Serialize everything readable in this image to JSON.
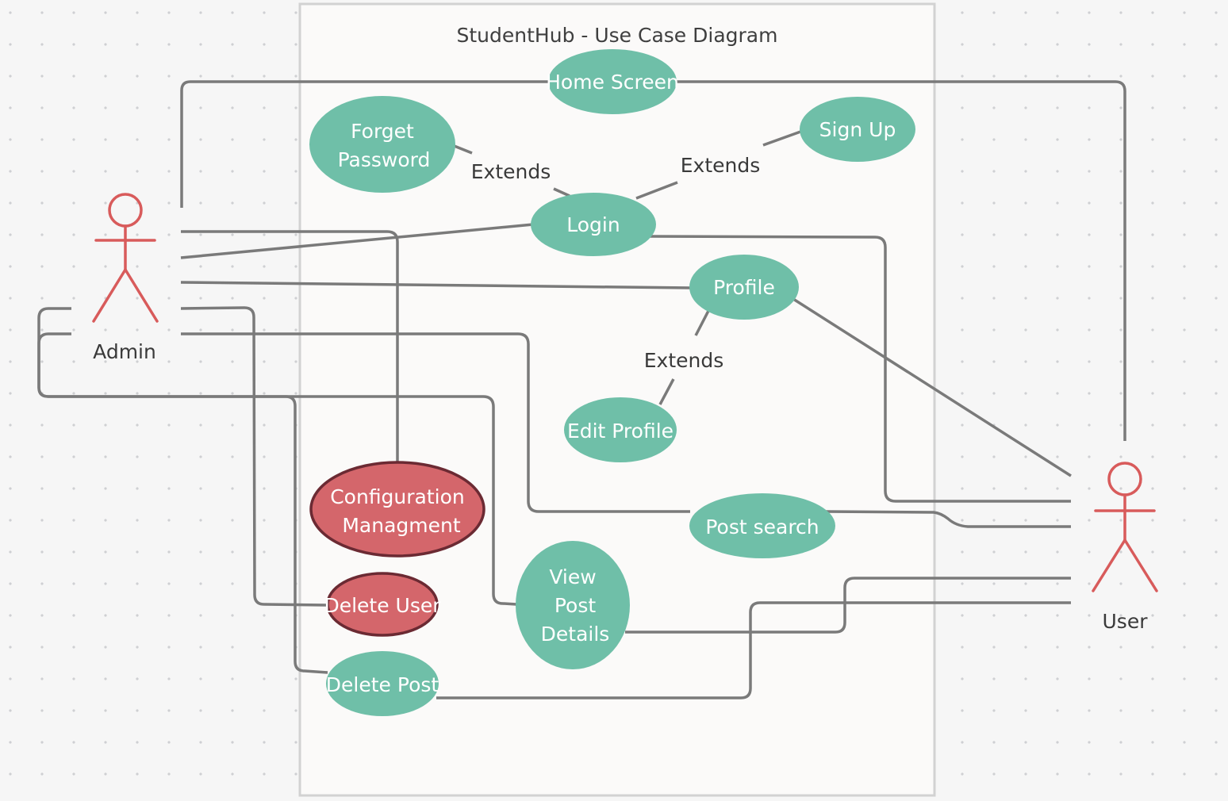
{
  "diagram": {
    "title": "StudentHub - Use Case Diagram",
    "actors": {
      "admin": "Admin",
      "user": "User"
    },
    "use_cases": {
      "home_screen": "Home Screen",
      "forget_password": [
        "Forget",
        "Password"
      ],
      "sign_up": "Sign Up",
      "login": "Login",
      "profile": "Profile",
      "edit_profile": "Edit Profile",
      "configuration_management": [
        "Configuration",
        "Managment"
      ],
      "post_search": "Post search",
      "delete_user": "Delete User",
      "view_post_details": [
        "View",
        "Post",
        "Details"
      ],
      "delete_post": "Delete Post"
    },
    "relations": {
      "extends_forget": "Extends",
      "extends_signup": "Extends",
      "extends_edit": "Extends"
    },
    "colors": {
      "use_case": "#6fbfa8",
      "admin_use_case": "#d4666b",
      "actor": "#d85b5b",
      "connector": "#7a7a7a"
    }
  }
}
